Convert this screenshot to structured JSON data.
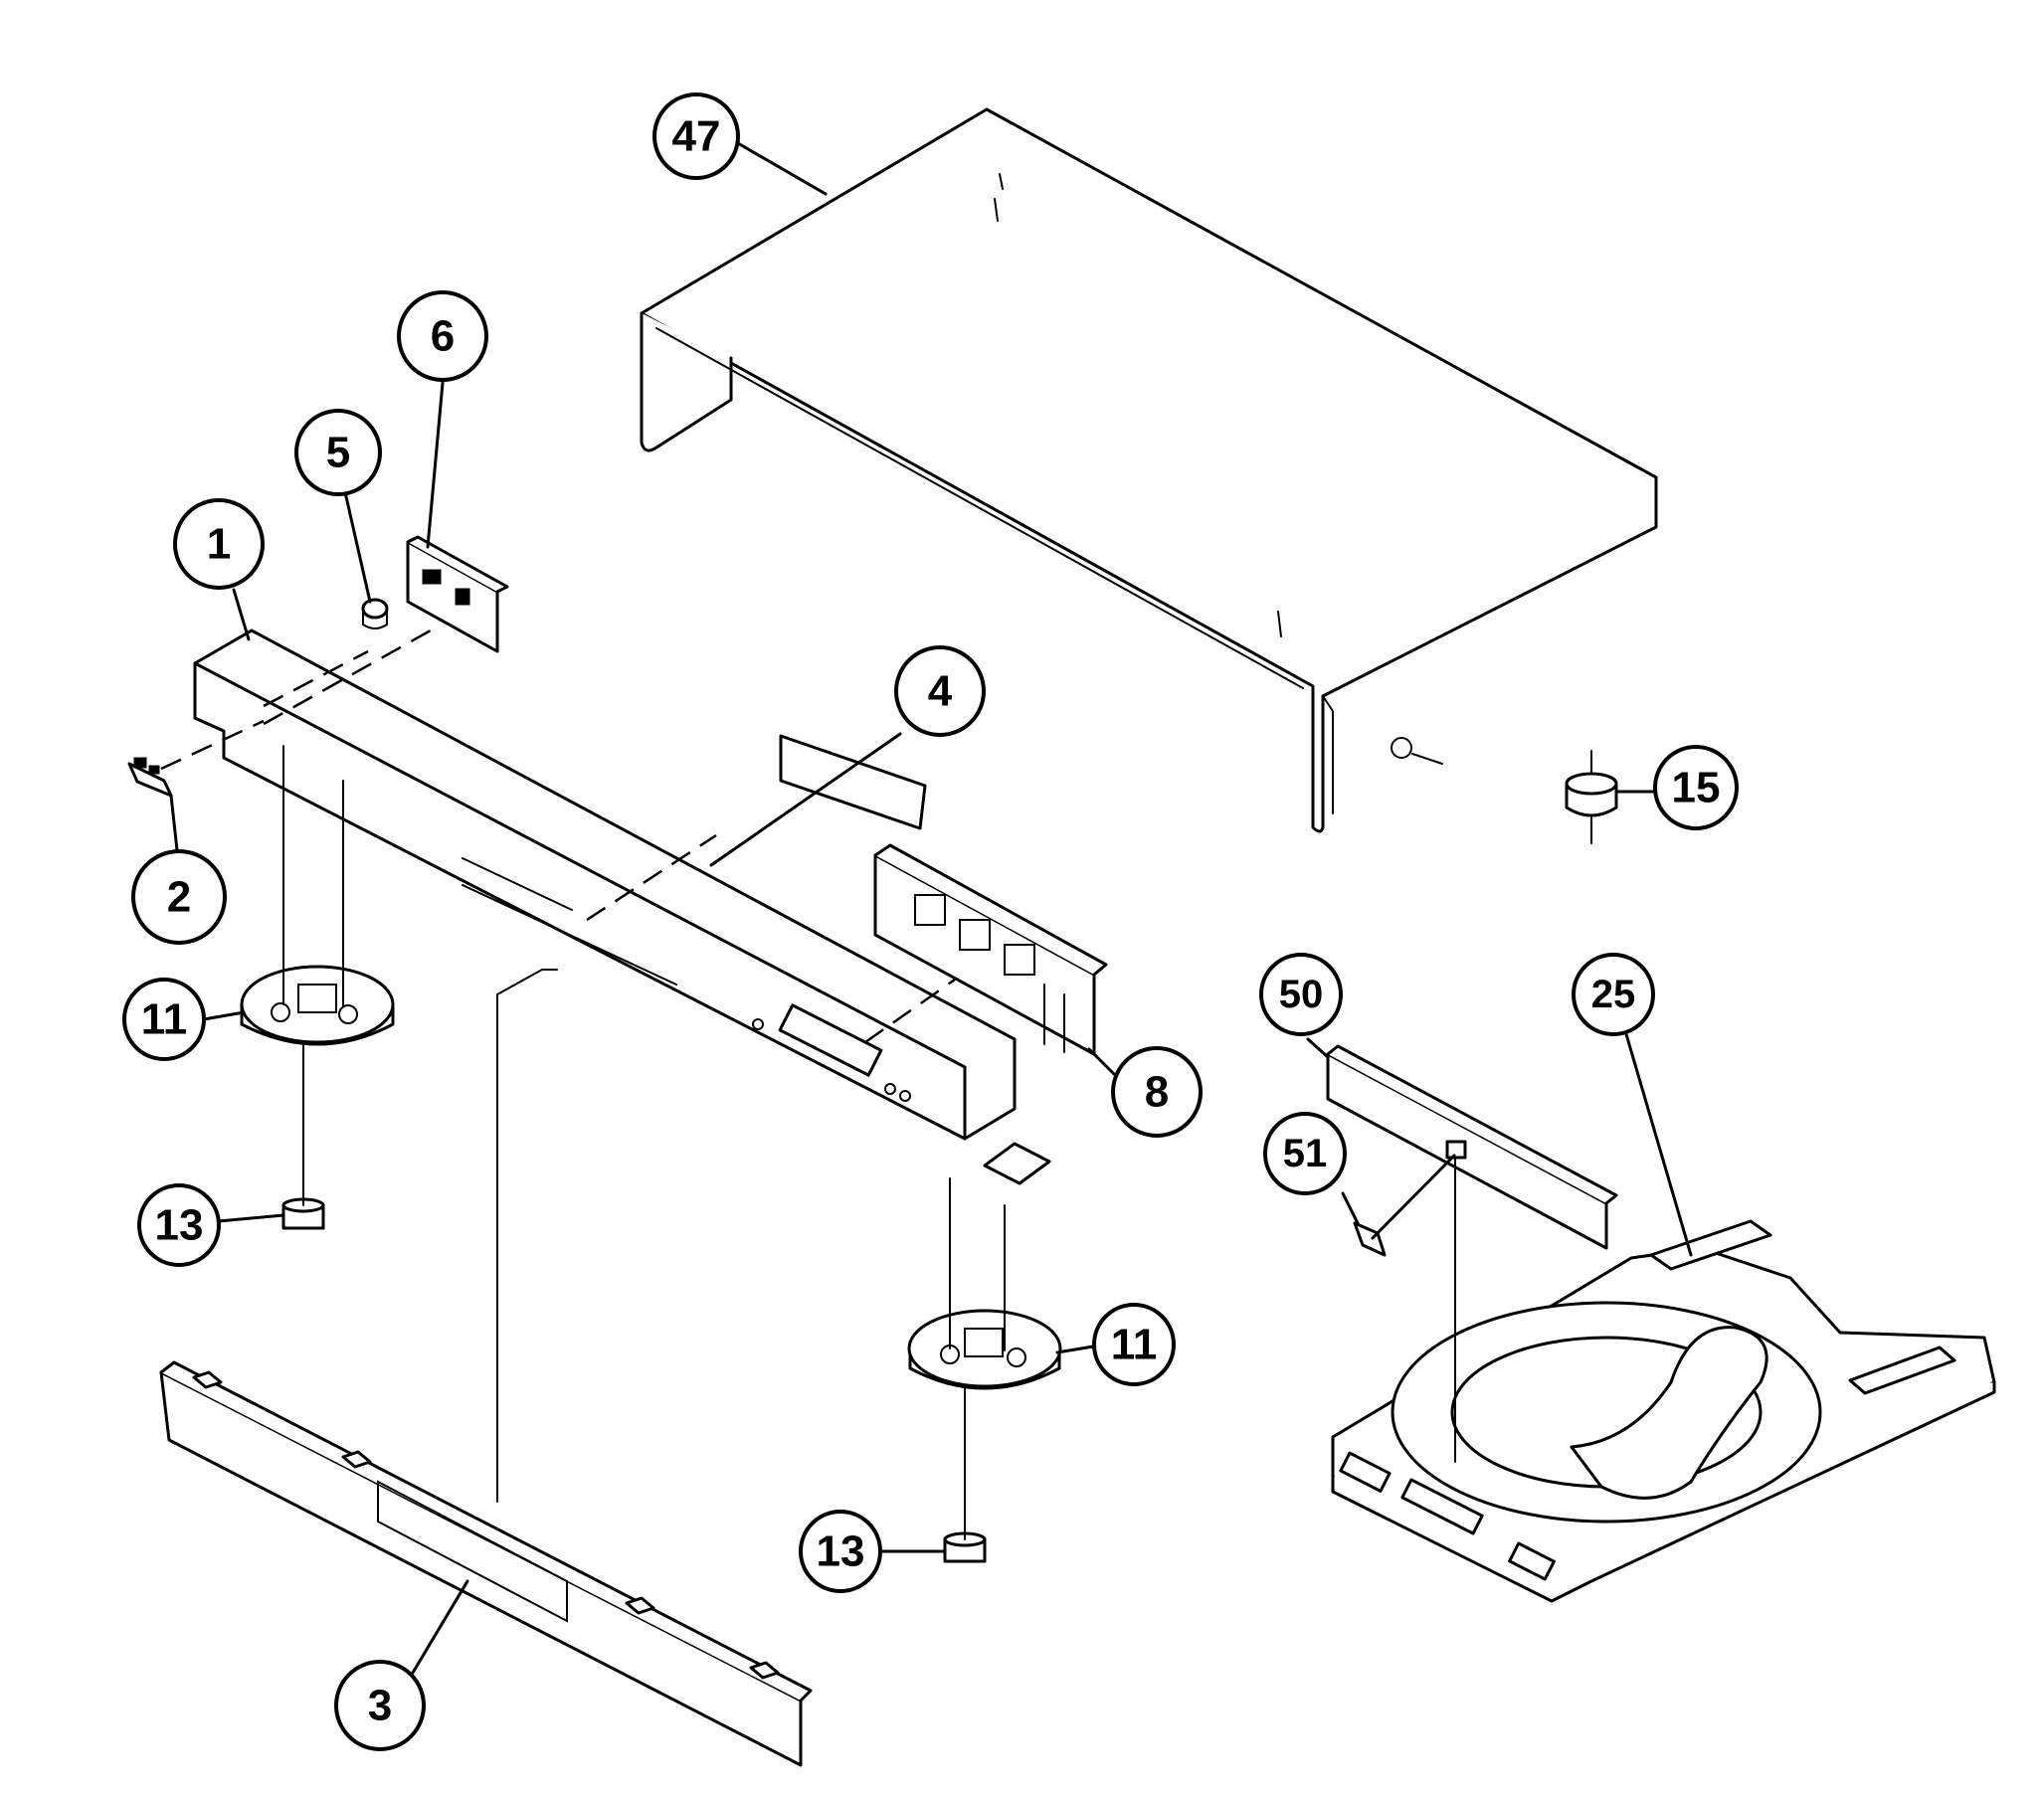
{
  "callouts": [
    {
      "id": "c47",
      "number": "47"
    },
    {
      "id": "c6",
      "number": "6"
    },
    {
      "id": "c5",
      "number": "5"
    },
    {
      "id": "c1",
      "number": "1"
    },
    {
      "id": "c4",
      "number": "4"
    },
    {
      "id": "c2",
      "number": "2"
    },
    {
      "id": "c15",
      "number": "15"
    },
    {
      "id": "c11a",
      "number": "11"
    },
    {
      "id": "c50",
      "number": "50"
    },
    {
      "id": "c25",
      "number": "25"
    },
    {
      "id": "c8",
      "number": "8"
    },
    {
      "id": "c51",
      "number": "51"
    },
    {
      "id": "c13a",
      "number": "13"
    },
    {
      "id": "c11b",
      "number": "11"
    },
    {
      "id": "c13b",
      "number": "13"
    },
    {
      "id": "c3",
      "number": "3"
    }
  ]
}
